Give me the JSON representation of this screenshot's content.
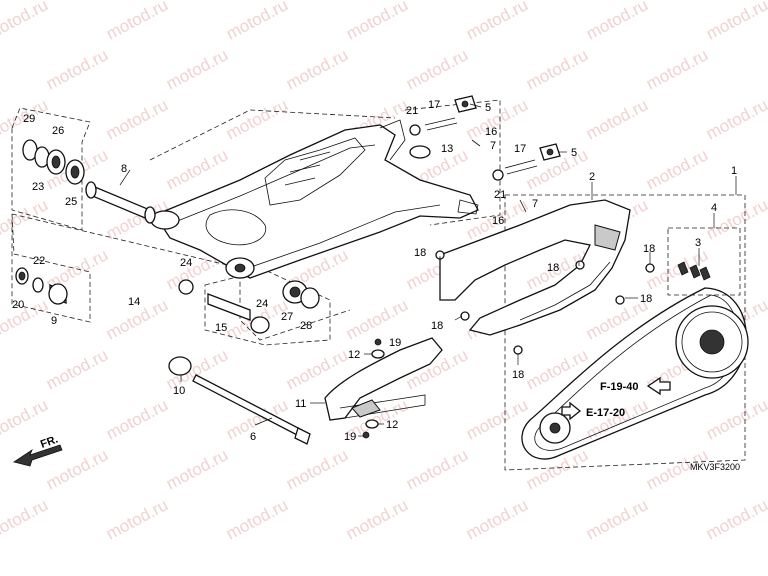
{
  "callouts": {
    "c1": "1",
    "c2": "2",
    "c3": "3",
    "c4": "4",
    "c5a": "5",
    "c5b": "5",
    "c6": "6",
    "c7a": "7",
    "c7b": "7",
    "c8": "8",
    "c9": "9",
    "c10": "10",
    "c11": "11",
    "c12a": "12",
    "c12b": "12",
    "c13": "13",
    "c14": "14",
    "c15": "15",
    "c16a": "16",
    "c16b": "16",
    "c17a": "17",
    "c17b": "17",
    "c18a": "18",
    "c18b": "18",
    "c18c": "18",
    "c18d": "18",
    "c18e": "18",
    "c18f": "18",
    "c19a": "19",
    "c19b": "19",
    "c20": "20",
    "c21a": "21",
    "c21b": "21",
    "c22": "22",
    "c23": "23",
    "c24a": "24",
    "c24b": "24",
    "c25": "25",
    "c26": "26",
    "c27": "27",
    "c28": "28",
    "c29": "29"
  },
  "refs": {
    "ref1": "F-19-40",
    "ref2": "E-17-20"
  },
  "direction_label": "FR.",
  "drawing_code": "MKV3F3200",
  "watermark": "motod.ru",
  "colors": {
    "watermark": "#f0d2d2",
    "line": "#111111"
  }
}
